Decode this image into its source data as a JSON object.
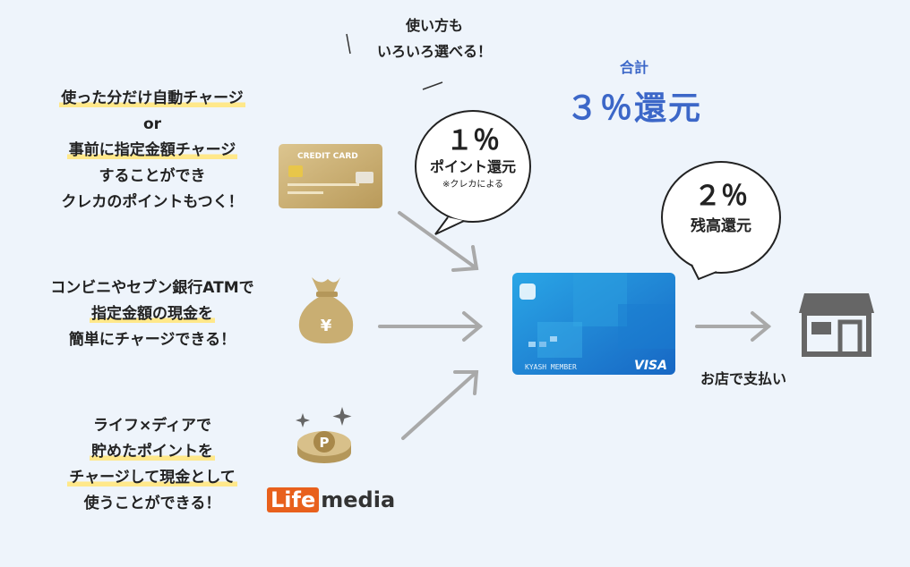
{
  "usage_note": [
    "使い方も",
    "いろいろ選べる！"
  ],
  "total": {
    "label": "合計",
    "value": "３％還元"
  },
  "point_bubble": {
    "percent": "１％",
    "label": "ポイント還元",
    "note": "※クレカによる"
  },
  "balance_bubble": {
    "percent": "２％",
    "label": "残高還元"
  },
  "credit_card": {
    "text": "CREDIT CARD"
  },
  "kyash_card": {
    "member": "KYASH MEMBER",
    "brand": "VISA"
  },
  "source_credit": {
    "line1": "使った分だけ自動チャージ",
    "line2": "or",
    "line3": "事前に指定金額チャージ",
    "line4": "することができ",
    "line5": "クレカのポイントもつく！"
  },
  "source_cash": {
    "line1": "コンビニやセブン銀行ATMで",
    "line2": "指定金額の現金を",
    "line3": "簡単にチャージできる！"
  },
  "source_lifemedia": {
    "line1": "ライフ×ディアで",
    "line2": "貯めたポイントを",
    "line3": "チャージして現金として",
    "line4": "使うことができる！"
  },
  "lifemedia_logo": {
    "life": "Life",
    "media": "media"
  },
  "shop_label": "お店で支払い",
  "colors": {
    "accent": "#3c67c8",
    "highlight": "#ffe88a",
    "arrow": "#a9a9a9",
    "card_blue": "#1e8fd6",
    "gold": "#c9ae72",
    "shop": "#666666"
  }
}
